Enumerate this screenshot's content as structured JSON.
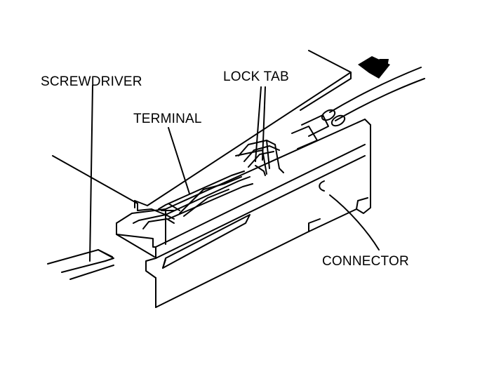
{
  "labels": {
    "screwdriver": "SCREWDRIVER",
    "lock_tab": "LOCK TAB",
    "terminal": "TERMINAL",
    "connector": "CONNECTOR"
  },
  "colors": {
    "ink": "#000000",
    "paper": "#ffffff"
  }
}
